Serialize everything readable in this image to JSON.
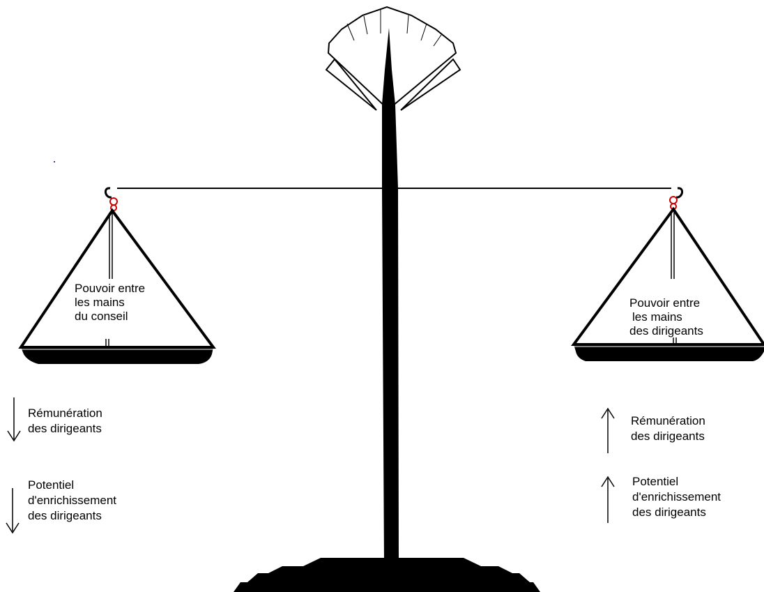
{
  "colors": {
    "ink": "#000000",
    "hook": "#cc0000",
    "background": "#ffffff"
  },
  "left_pan": {
    "label_lines": [
      "Pouvoir entre",
      "les mains",
      "du conseil"
    ],
    "effects": [
      {
        "arrow": "down-arrow-icon",
        "lines": [
          "Rémunération",
          "des dirigeants"
        ]
      },
      {
        "arrow": "down-arrow-icon",
        "lines": [
          "Potentiel",
          "d'enrichissement",
          "des dirigeants"
        ]
      }
    ]
  },
  "right_pan": {
    "label_lines": [
      "Pouvoir entre",
      "les mains",
      "des dirigeants"
    ],
    "effects": [
      {
        "arrow": "up-arrow-icon",
        "lines": [
          "Rémunération",
          "des dirigeants"
        ]
      },
      {
        "arrow": "up-arrow-icon",
        "lines": [
          "Potentiel",
          "d'enrichissement",
          "des dirigeants"
        ]
      }
    ]
  }
}
